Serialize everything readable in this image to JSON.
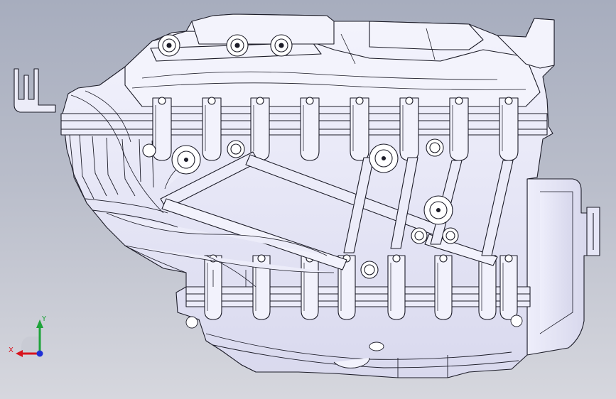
{
  "viewport": {
    "background_top": "#a7adbe",
    "background_bottom": "#d6d7de"
  },
  "model": {
    "kind": "engine-assembly-side-view",
    "shade_color": "#e9e9f7",
    "edge_color": "#1c1c28"
  },
  "triad": {
    "x_label": "X",
    "y_label": "Y",
    "x_color": "#d8141e",
    "y_color": "#1fa33a",
    "z_color": "#1f2fd6"
  }
}
